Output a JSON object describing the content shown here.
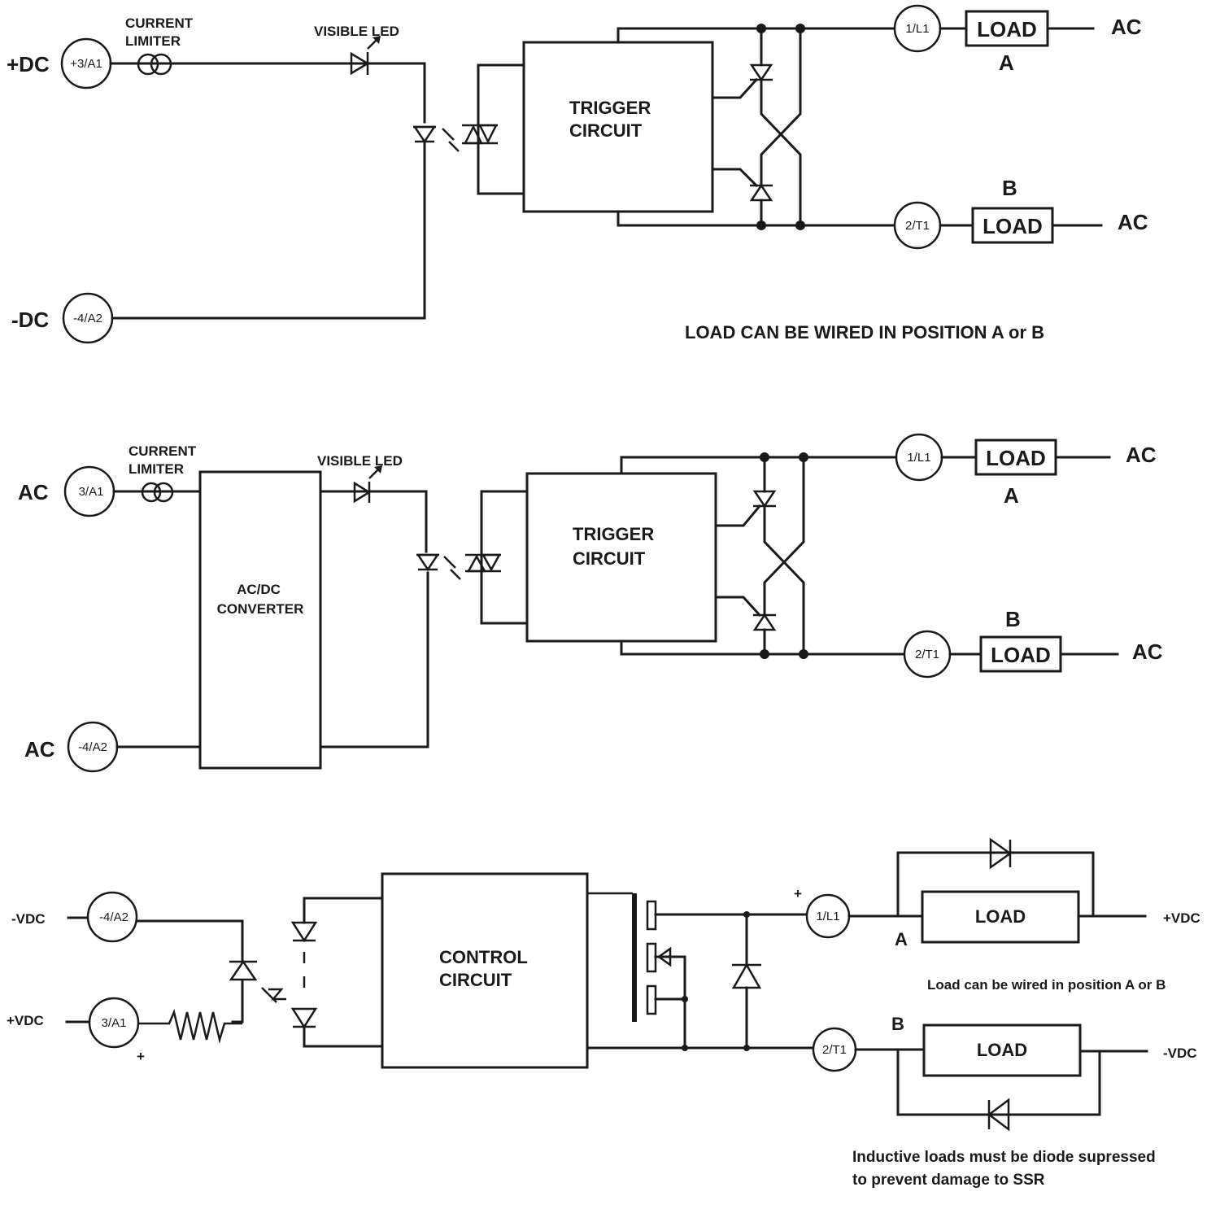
{
  "circuit1": {
    "dc_pos": "+DC",
    "dc_neg": "-DC",
    "term_in_pos": "+3/A1",
    "term_in_neg": "-4/A2",
    "current_limiter": [
      "CURRENT",
      "LIMITER"
    ],
    "visible_led": "VISIBLE LED",
    "trigger": [
      "TRIGGER",
      "CIRCUIT"
    ],
    "term_out_1": "1/L1",
    "term_out_2": "2/T1",
    "load": "LOAD",
    "pos_a": "A",
    "pos_b": "B",
    "ac": "AC",
    "note": "LOAD CAN BE WIRED IN POSITION A or B"
  },
  "circuit2": {
    "ac_in_1": "AC",
    "ac_in_2": "AC",
    "term_in_1": "3/A1",
    "term_in_2": "-4/A2",
    "current_limiter": [
      "CURRENT",
      "LIMITER"
    ],
    "converter": [
      "AC/DC",
      "CONVERTER"
    ],
    "visible_led": "VISIBLE LED",
    "trigger": [
      "TRIGGER",
      "CIRCUIT"
    ],
    "term_out_1": "1/L1",
    "term_out_2": "2/T1",
    "load": "LOAD",
    "pos_a": "A",
    "pos_b": "B",
    "ac": "AC"
  },
  "circuit3": {
    "vdc_neg_in": "-VDC",
    "vdc_pos_in": "+VDC",
    "term_in_neg": "-4/A2",
    "term_in_pos": "3/A1",
    "plus": "+",
    "control": [
      "CONTROL",
      "CIRCUIT"
    ],
    "term_out_1": "1/L1",
    "term_out_2": "2/T1",
    "load": "LOAD",
    "pos_a": "A",
    "pos_b": "B",
    "vdc_pos_out": "+VDC",
    "vdc_neg_out": "-VDC",
    "note_ab": "Load can be wired in position A or B",
    "note_inductive": [
      "Inductive loads must be diode supressed",
      "to prevent damage to SSR"
    ]
  }
}
